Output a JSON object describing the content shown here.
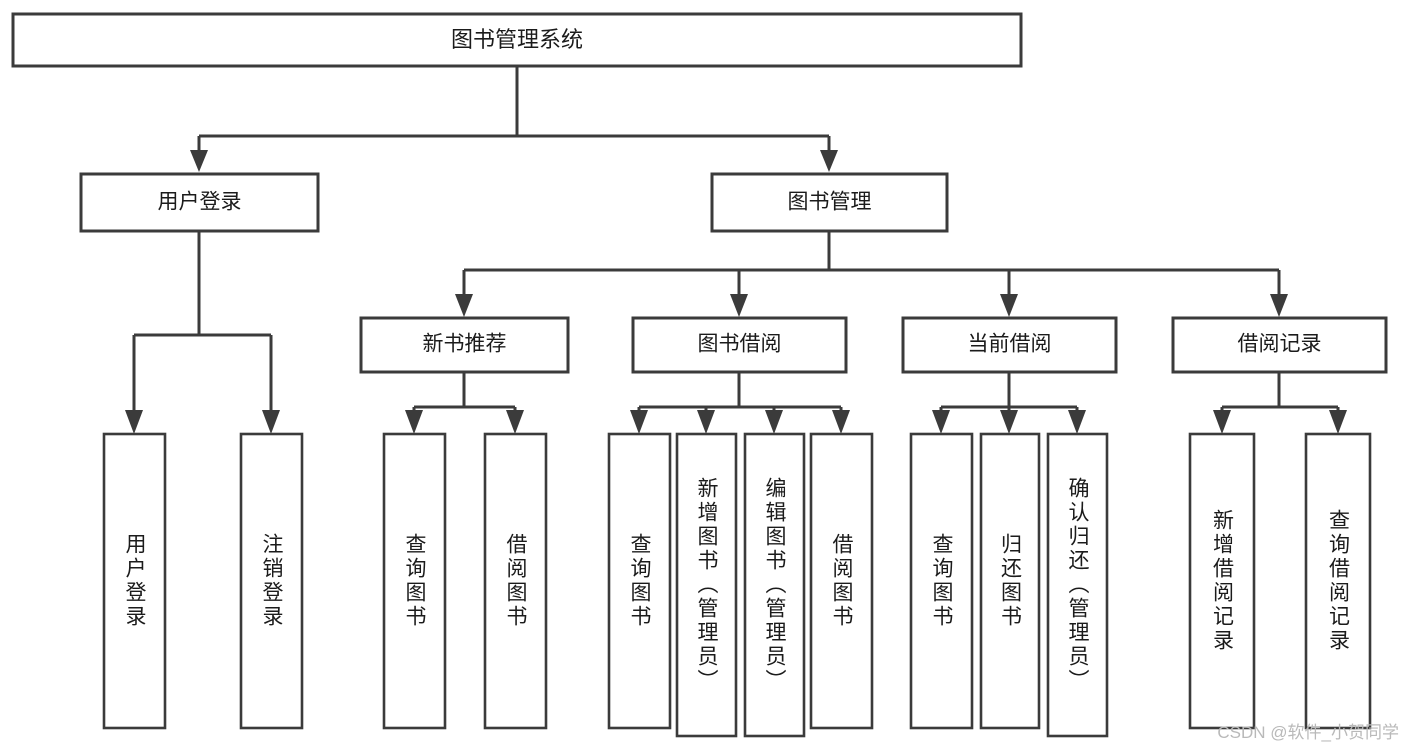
{
  "diagram": {
    "type": "hierarchy-tree",
    "title": "图书管理系统",
    "orientation": "top-down",
    "colors": {
      "box_fill": "#ffffff",
      "box_stroke": "#3b3b3b",
      "connector": "#3b3b3b",
      "text": "#1b1b1b",
      "watermark": "#b9b9b9",
      "background": "#ffffff"
    },
    "root": {
      "label": "图书管理系统",
      "orientation": "horizontal"
    },
    "level2": [
      {
        "label": "用户登录",
        "orientation": "horizontal"
      },
      {
        "label": "图书管理",
        "orientation": "horizontal"
      }
    ],
    "level3": [
      {
        "label": "新书推荐",
        "orientation": "horizontal"
      },
      {
        "label": "图书借阅",
        "orientation": "horizontal"
      },
      {
        "label": "当前借阅",
        "orientation": "horizontal"
      },
      {
        "label": "借阅记录",
        "orientation": "horizontal"
      }
    ],
    "leaves": {
      "user_login": [
        {
          "label": "用户登录",
          "orientation": "vertical"
        },
        {
          "label": "注销登录",
          "orientation": "vertical"
        }
      ],
      "new_book_recommend": [
        {
          "label": "查询图书",
          "orientation": "vertical"
        },
        {
          "label": "借阅图书",
          "orientation": "vertical"
        }
      ],
      "book_borrow": [
        {
          "label": "查询图书",
          "orientation": "vertical"
        },
        {
          "label": "新增图书（管理员）",
          "orientation": "vertical"
        },
        {
          "label": "编辑图书（管理员）",
          "orientation": "vertical"
        },
        {
          "label": "借阅图书",
          "orientation": "vertical"
        }
      ],
      "current_borrow": [
        {
          "label": "查询图书",
          "orientation": "vertical"
        },
        {
          "label": "归还图书",
          "orientation": "vertical"
        },
        {
          "label": "确认归还（管理员）",
          "orientation": "vertical"
        }
      ],
      "borrow_record": [
        {
          "label": "新增借阅记录",
          "orientation": "vertical"
        },
        {
          "label": "查询借阅记录",
          "orientation": "vertical"
        }
      ]
    }
  },
  "watermark": {
    "text": "CSDN @软件_小贺同学"
  }
}
